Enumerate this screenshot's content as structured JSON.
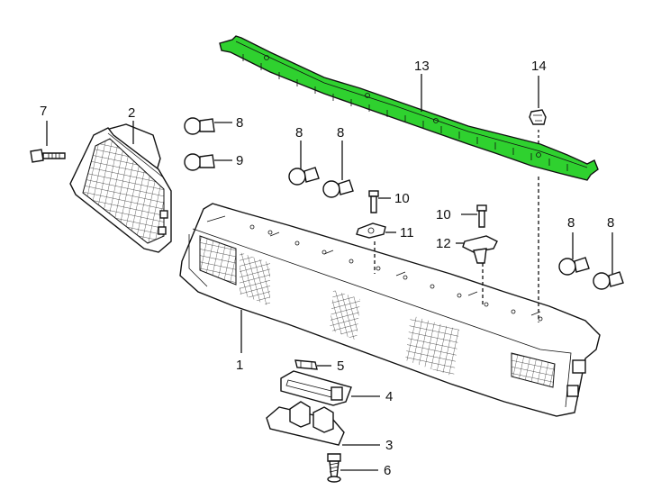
{
  "diagram": {
    "highlight_color": "#2fd12f",
    "highlighted_part": "13",
    "callouts": [
      {
        "id": "c1",
        "label": "1"
      },
      {
        "id": "c2",
        "label": "2"
      },
      {
        "id": "c3",
        "label": "3"
      },
      {
        "id": "c4",
        "label": "4"
      },
      {
        "id": "c5",
        "label": "5"
      },
      {
        "id": "c6",
        "label": "6"
      },
      {
        "id": "c7",
        "label": "7"
      },
      {
        "id": "c8a",
        "label": "8"
      },
      {
        "id": "c8b",
        "label": "8"
      },
      {
        "id": "c8c",
        "label": "8"
      },
      {
        "id": "c8d",
        "label": "8"
      },
      {
        "id": "c8e",
        "label": "8"
      },
      {
        "id": "c9",
        "label": "9"
      },
      {
        "id": "c10a",
        "label": "10"
      },
      {
        "id": "c10b",
        "label": "10"
      },
      {
        "id": "c11",
        "label": "11"
      },
      {
        "id": "c12",
        "label": "12"
      },
      {
        "id": "c13",
        "label": "13"
      },
      {
        "id": "c14",
        "label": "14"
      }
    ]
  }
}
